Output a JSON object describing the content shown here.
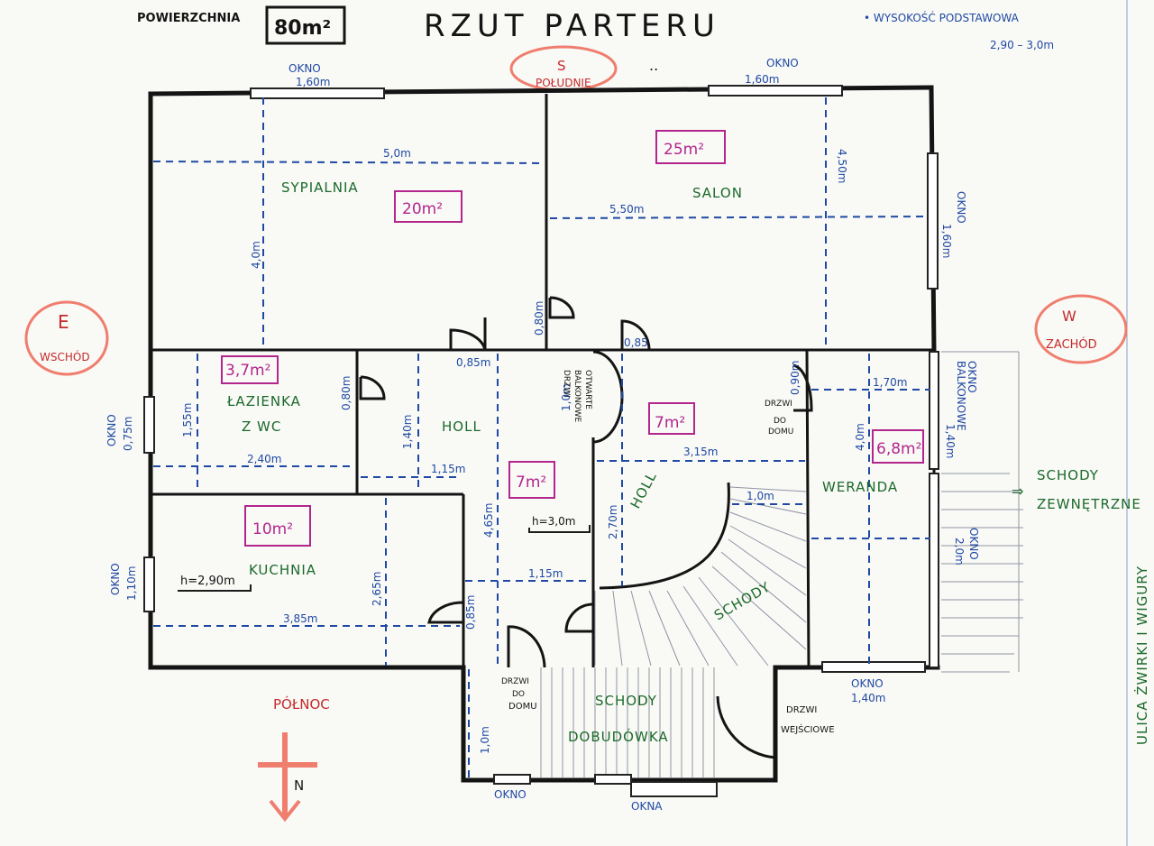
{
  "header": {
    "area_label": "POWIERZCHNIA",
    "area_value": "80m²",
    "title": "RZUT PARTERU",
    "note_line1": "• WYSOKOŚĆ PODSTAWOWA",
    "note_line2": "2,90 – 3,0m",
    "dots": ".."
  },
  "compass": {
    "south_letter": "S",
    "south_word": "POŁUDNIE",
    "east_letter": "E",
    "east_word": "WSCHÓD",
    "west_letter": "W",
    "west_word": "ZACHÓD",
    "north_word": "PÓŁNOC",
    "north_letter": "N"
  },
  "rooms": {
    "bedroom": {
      "name": "SYPIALNIA",
      "area": "20m²"
    },
    "living": {
      "name": "SALON",
      "area": "25m²"
    },
    "bathroom": {
      "name1": "ŁAZIENKA",
      "name2": "Z WC",
      "area": "3,7m²"
    },
    "hall_left": {
      "name": "HOLL",
      "area": "7m²",
      "height": "h=3,0m"
    },
    "hall_right": {
      "name": "HOLL",
      "area": "7m²"
    },
    "veranda": {
      "name": "WERANDA",
      "area": "6,8m²"
    },
    "kitchen": {
      "name": "KUCHNIA",
      "area": "10m²",
      "height": "h=2,90m"
    },
    "stairs": {
      "name": "SCHODY"
    },
    "annex": {
      "name1": "SCHODY",
      "name2": "DOBUDÓWKA"
    }
  },
  "dimensions": {
    "bedroom_width": "5,0m",
    "bedroom_depth": "4,0m",
    "living_width": "5,50m",
    "living_depth": "4,50m",
    "door_bedroom": "0,80m",
    "door_hall_a": "0,85m",
    "door_hall_b": "0,85",
    "door_bath": "0,80m",
    "bath_height": "1,55m",
    "bath_width": "2,40m",
    "hall_depth": "1,40m",
    "hall_gap": "1,15m",
    "balcony_door": "1,0m",
    "hall_length": "4,65m",
    "hall2_width": "3,15m",
    "hall2_height": "2,70m",
    "door_small": "0,90m",
    "veranda_width": "1,70m",
    "veranda_depth": "4,0m",
    "stairs_width": "1,0m",
    "kitchen_depth": "2,65m",
    "kitchen_width": "3,85m",
    "hall_bottom": "1,15m",
    "door_kitchen": "0,85m",
    "annex_depth": "1,0m"
  },
  "windows": {
    "top_left": {
      "label": "OKNO",
      "size": "1,60m"
    },
    "top_right": {
      "label": "OKNO",
      "size": "1,60m"
    },
    "right": {
      "label": "OKNO",
      "size": "1,60m"
    },
    "bath": {
      "label": "OKNO",
      "size": "0,75m"
    },
    "kitchen": {
      "label": "OKNO",
      "size": "1,10m"
    },
    "balcony_right": {
      "label1": "OKNO",
      "label2": "BALKONOWE",
      "size": "1,40m"
    },
    "veranda_side": {
      "label": "OKNO",
      "size": "2,0m"
    },
    "veranda_bottom": {
      "label": "OKNO",
      "size": "1,40m"
    },
    "annex_left": {
      "label": "OKNO"
    },
    "annex_right": {
      "label": "OKNA"
    }
  },
  "doors": {
    "balcony_vertical": [
      "DRZWI",
      "BALKONOWE",
      "OTWARTE"
    ],
    "to_house_right": [
      "DRZWI",
      "DO",
      "DOMU"
    ],
    "to_house_bottom": [
      "DRZWI",
      "DO",
      "DOMU"
    ],
    "entrance": [
      "DRZWI",
      "WEJŚCIOWE"
    ]
  },
  "outside": {
    "ext_stairs1": "SCHODY",
    "ext_stairs2": "ZEWNĘTRZNE",
    "street": "ULICA ŻWIRKI I WIGURY"
  },
  "colors": {
    "ink": "#141414",
    "dimension_blue": "#1f49a3",
    "label_green": "#1b6a2a",
    "area_magenta": "#b2268d",
    "compass_salmon": "#ef7e6e"
  }
}
